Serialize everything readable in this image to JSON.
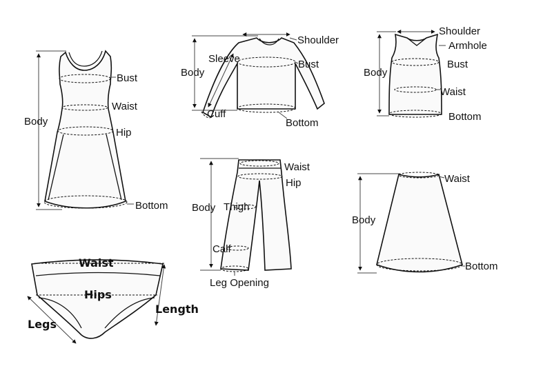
{
  "dress": {
    "labels": {
      "bust": "Bust",
      "waist": "Waist",
      "hip": "Hip",
      "body": "Body",
      "bottom": "Bottom"
    }
  },
  "sweater": {
    "labels": {
      "shoulder": "Shoulder",
      "sleeve": "Sleeve",
      "body": "Body",
      "bust": "Bust",
      "cuff": "Cuff",
      "bottom": "Bottom"
    }
  },
  "tank": {
    "labels": {
      "shoulder": "Shoulder",
      "armhole": "Armhole",
      "body": "Body",
      "bust": "Bust",
      "waist": "Waist",
      "bottom": "Bottom"
    }
  },
  "pants": {
    "labels": {
      "waist": "Waist",
      "hip": "Hip",
      "body": "Body",
      "thigh": "Thigh",
      "calf": "Calf",
      "leg_opening": "Leg Opening"
    }
  },
  "skirt": {
    "labels": {
      "waist": "Waist",
      "body": "Body",
      "bottom": "Bottom"
    }
  },
  "briefs": {
    "labels": {
      "waist": "Waist",
      "hips": "Hips",
      "length": "Length",
      "legs": "Legs"
    }
  }
}
